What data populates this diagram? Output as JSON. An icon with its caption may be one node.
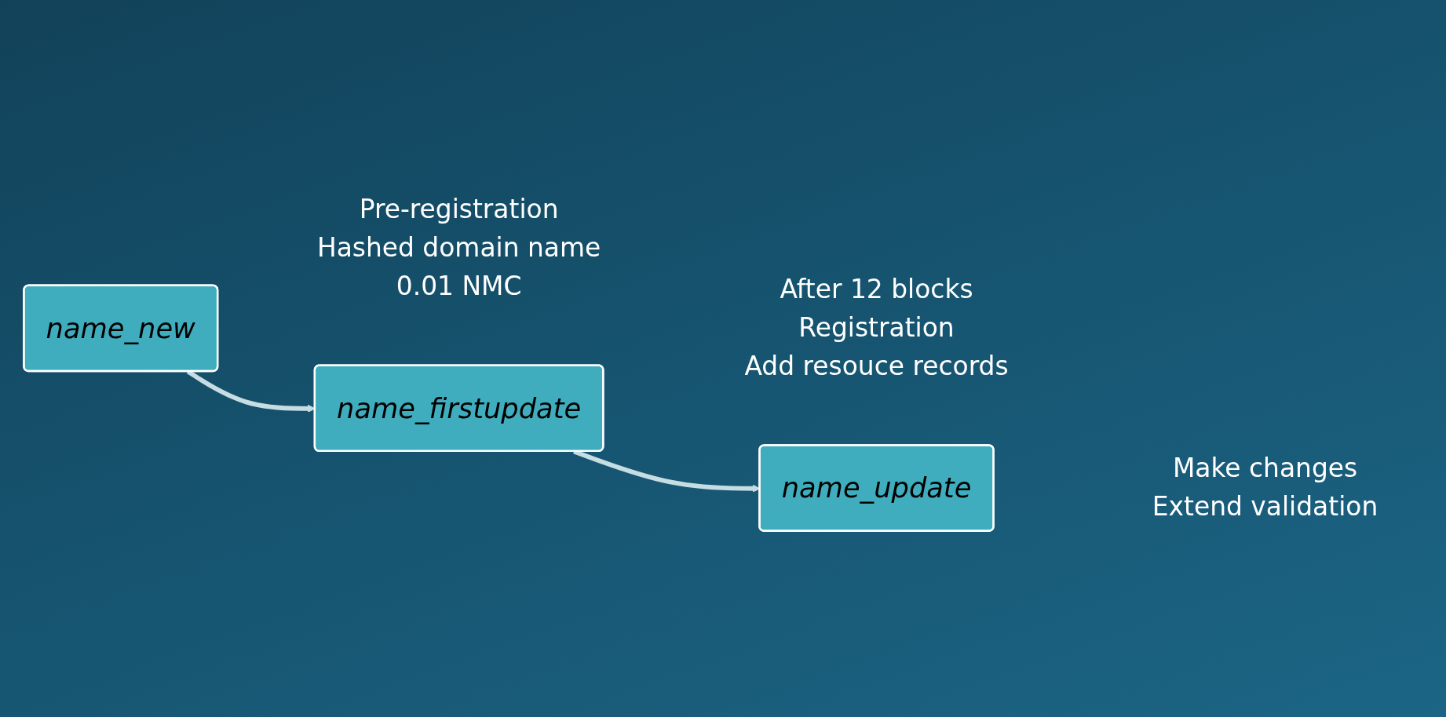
{
  "diagram": {
    "nodes": [
      {
        "text": [
          "name_new"
        ],
        "beside": [
          "Pre-registration",
          "Hashed domain name",
          "0.01 NMC"
        ]
      },
      {
        "text": [
          "name_firstupdate"
        ],
        "beside": [
          "After 12 blocks",
          "Registration",
          "Add resouce records"
        ]
      },
      {
        "text": [
          "name_update"
        ],
        "beside": [
          "Make changes",
          "Extend validation"
        ]
      }
    ],
    "edges": [
      {
        "from": 0,
        "to": 1,
        "arrow": "to"
      },
      {
        "from": 1,
        "to": 2,
        "arrow": "to"
      }
    ]
  }
}
